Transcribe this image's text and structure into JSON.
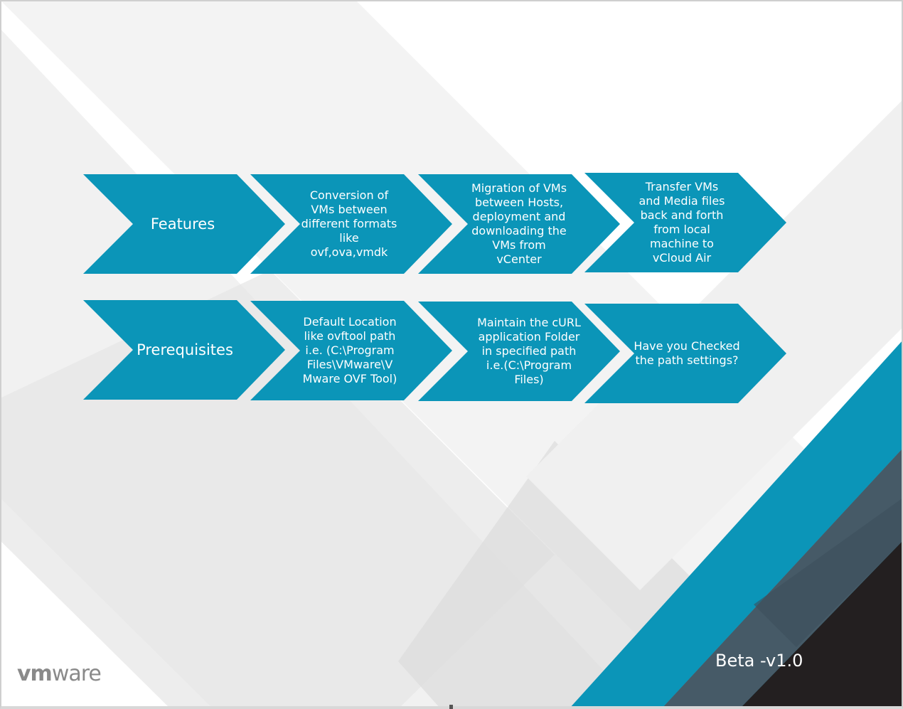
{
  "colors": {
    "chevron": "#0b95b8",
    "accent_light": "#48bcd8",
    "accent_dark": "#465a67",
    "corner_black": "#231f20",
    "text": "#ffffff"
  },
  "rows": [
    {
      "header": "Features",
      "steps": [
        "Conversion of\nVMs between\ndifferent formats\nlike\novf,ova,vmdk",
        "Migration of VMs\nbetween Hosts,\ndeployment and\ndownloading the\nVMs from\nvCenter",
        "Transfer VMs\nand Media files\nback and forth\nfrom local\nmachine to\nvCloud Air"
      ]
    },
    {
      "header": "Prerequisites",
      "steps": [
        "Default Location\nlike ovftool path\ni.e. (C:\\Program\nFiles\\VMware\\V\nMware OVF Tool)",
        "Maintain the cURL\napplication Folder\nin specified path\ni.e.(C:\\Program\nFiles)",
        "Have you Checked\nthe path settings?"
      ]
    }
  ],
  "logo": {
    "part1": "vm",
    "part2": "ware"
  },
  "version": "Beta -v1.0"
}
